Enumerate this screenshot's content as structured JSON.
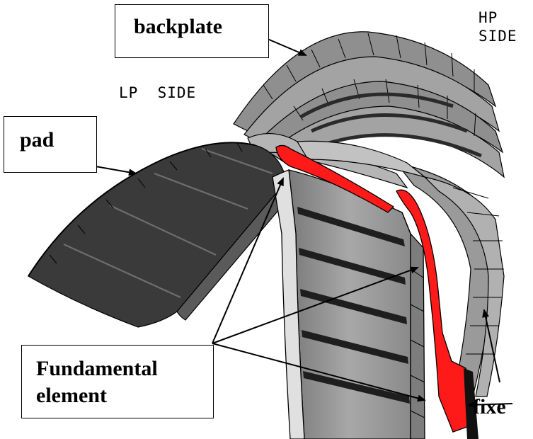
{
  "labels": {
    "backplate": "backplate",
    "pad": "pad",
    "fundamental_line1": "Fundamental",
    "fundamental_line2": "element",
    "fixed": "fixe",
    "lp_side": "LP  SIDE",
    "hp_side_line1": "HP",
    "hp_side_line2": "SIDE"
  },
  "colors": {
    "background": "#ffffff",
    "pad_fill": "#3a3a3a",
    "segment_fill": "#9c9c9c",
    "segment_light": "#b8b8b8",
    "highlight": "#ff1a1a",
    "outline": "#000000"
  }
}
